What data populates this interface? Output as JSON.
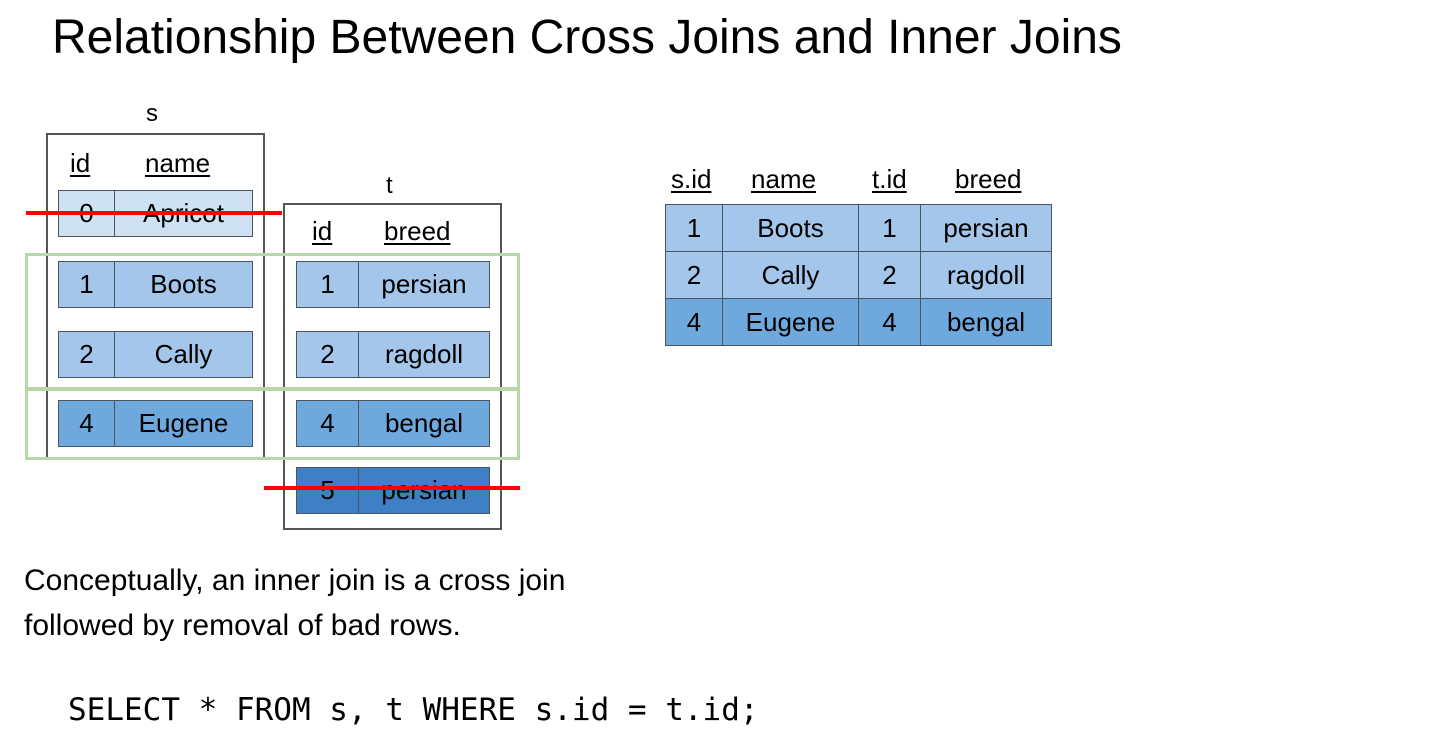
{
  "title": "Relationship Between Cross Joins and Inner Joins",
  "table_s": {
    "name": "s",
    "headers": [
      "id",
      "name"
    ],
    "rows": [
      {
        "id": "0",
        "name": "Apricot"
      },
      {
        "id": "1",
        "name": "Boots"
      },
      {
        "id": "2",
        "name": "Cally"
      },
      {
        "id": "4",
        "name": "Eugene"
      }
    ]
  },
  "table_t": {
    "name": "t",
    "headers": [
      "id",
      "breed"
    ],
    "rows": [
      {
        "id": "1",
        "breed": "persian"
      },
      {
        "id": "2",
        "breed": "ragdoll"
      },
      {
        "id": "4",
        "breed": "bengal"
      },
      {
        "id": "5",
        "breed": "persian"
      }
    ]
  },
  "result": {
    "headers": [
      "s.id",
      "name",
      "t.id",
      "breed"
    ],
    "rows": [
      [
        "1",
        "Boots",
        "1",
        "persian"
      ],
      [
        "2",
        "Cally",
        "2",
        "ragdoll"
      ],
      [
        "4",
        "Eugene",
        "4",
        "bengal"
      ]
    ]
  },
  "caption": "Conceptually, an inner join is a cross join followed by removal of bad rows.",
  "sql": "SELECT * FROM s, t WHERE s.id = t.id;",
  "colors": {
    "row_light": "#cfe2f3",
    "row_mid": "#a4c6ea",
    "row_dark": "#6fa8dc",
    "row_darkest": "#3f7fc6",
    "match_highlight": "#b6d7a8",
    "strike": "#ff0000"
  }
}
